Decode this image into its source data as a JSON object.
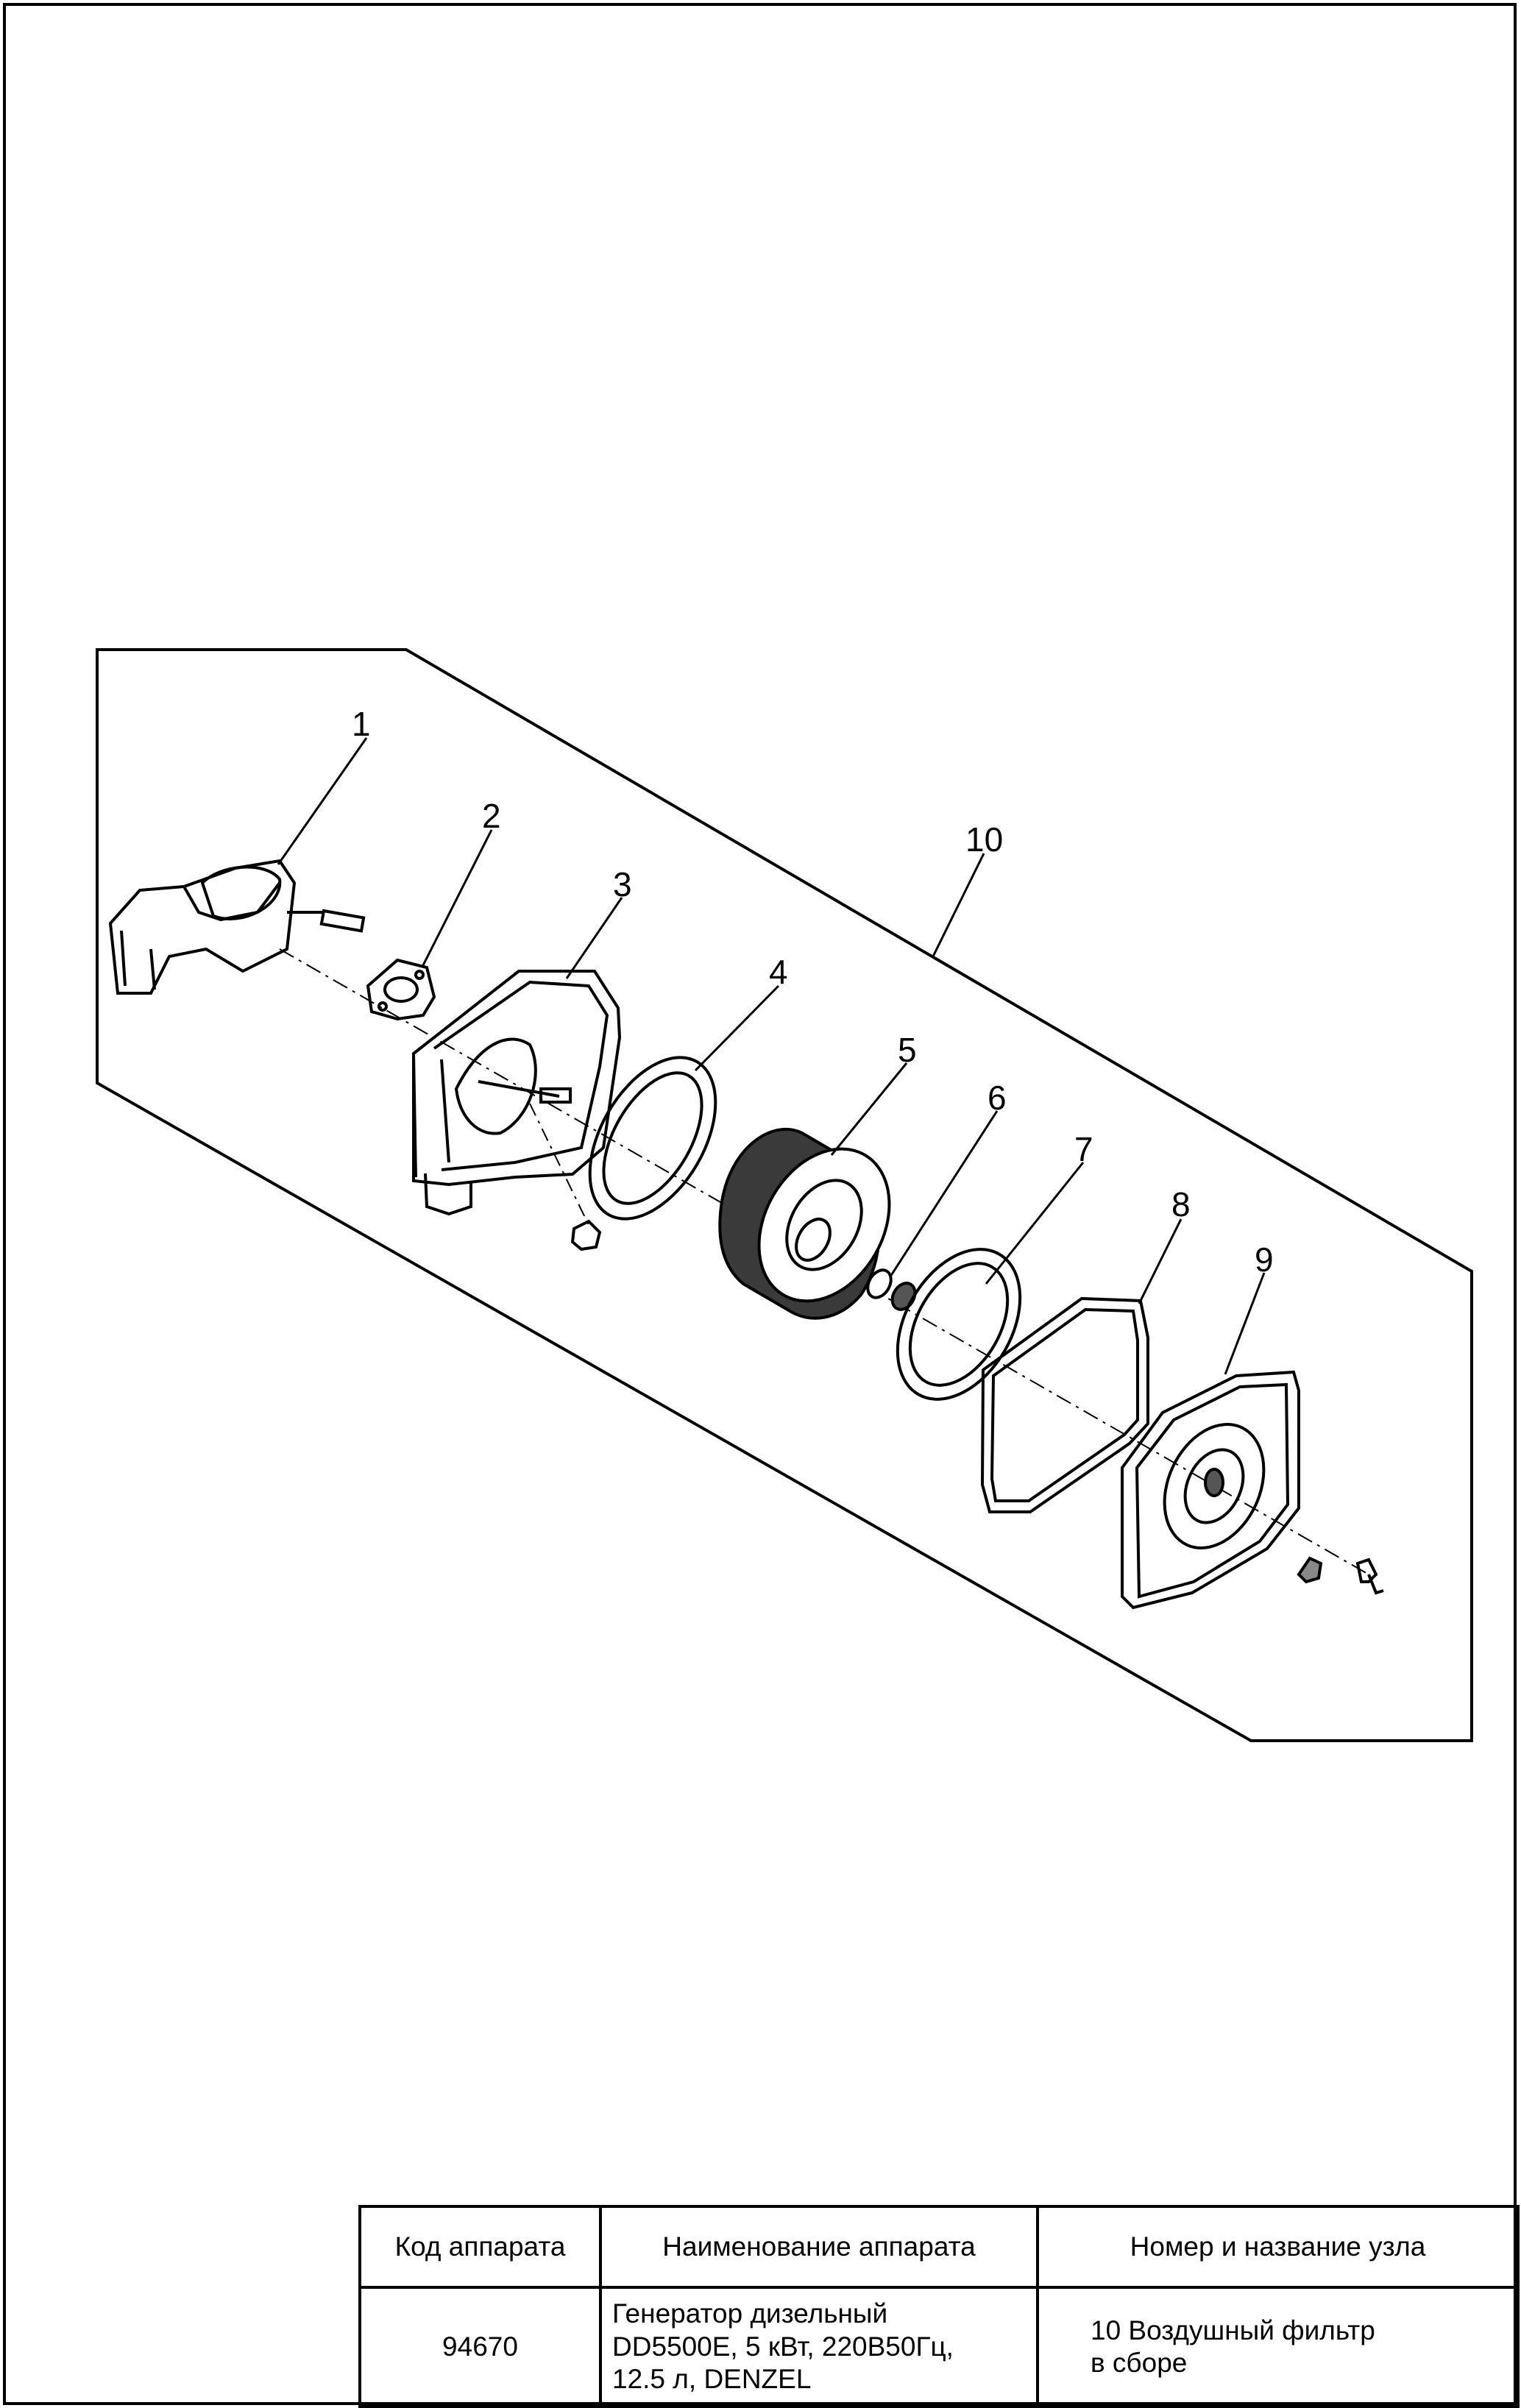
{
  "callouts": [
    "1",
    "2",
    "3",
    "4",
    "5",
    "6",
    "7",
    "8",
    "9",
    "10"
  ],
  "title_block": {
    "headers": [
      "Код аппарата",
      "Наименование аппарата",
      "Номер и название узла"
    ],
    "values": [
      "94670",
      "Генератор дизельный\nDD5500E, 5 кВт, 220В50Гц,\n12.5 л, DENZEL",
      "10 Воздушный фильтр\nв сборе"
    ]
  }
}
